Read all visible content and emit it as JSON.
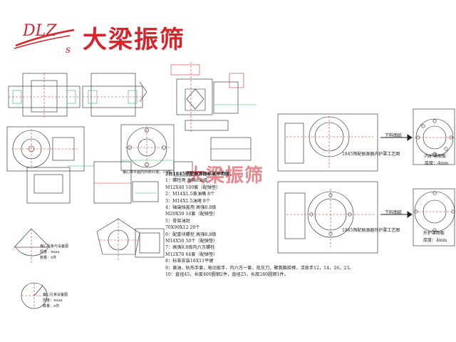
{
  "brand": {
    "logo_text": "DLZs",
    "name": "大梁振筛",
    "color": "#d8232a"
  },
  "watermark": {
    "text": "大梁振筛"
  },
  "parts_list": {
    "title": "2台1845筛配振源器标准件明细：",
    "lines": [
      "1：螺栓用 高强8.8级",
      "M12X40  100套（配弹垫）",
      "2：M14X1.5黄油嘴  8个",
      "3：M14X1.5油堵  8个",
      "4：轴端挡盖用 高强8.8级",
      "M20X50  16套（配弹垫）",
      "5：骨架油封",
      "70X90X12    20个",
      "6：配重块螺栓 高强8.8级",
      "M14X50  50个（配弹垫）",
      "7：高强8.8级内六方螺栓",
      "M12X70  64套（配弹垫）",
      "8：标准安装18X11平键",
      "9：黄油，轨布手套，电动扳手，内六方一套，批灰刀，聚氨酯胶棒，活扳手12，14，16，23。",
      "10：直径45，长度400圆钢2件，直径25，长度280圆钢1件。"
    ]
  },
  "notes": {
    "inner_cover_caption": "1845筛配振源器内护罩工艺图",
    "outer_cover_caption": "1845筛配振源器外护罩工艺图",
    "blanking_top": "下料图纸",
    "blanking_bottom": "下料图纸",
    "inner_plate": "内护罩图板",
    "inner_thickness": "厚度：4mm",
    "outer_plate": "外护罩图板",
    "outer_thickness": "厚度：4mm",
    "center_note": "偏心块平面内外侧45度，13件",
    "sector_a_1": "偏心孔板与设备图",
    "sector_a_2": "厚度：4mm",
    "sector_a_3": "数量：4件",
    "sector_b_1": "偏心孔板设备图",
    "sector_b_2": "厚度：4mm",
    "sector_b_3": "数量：4件"
  }
}
